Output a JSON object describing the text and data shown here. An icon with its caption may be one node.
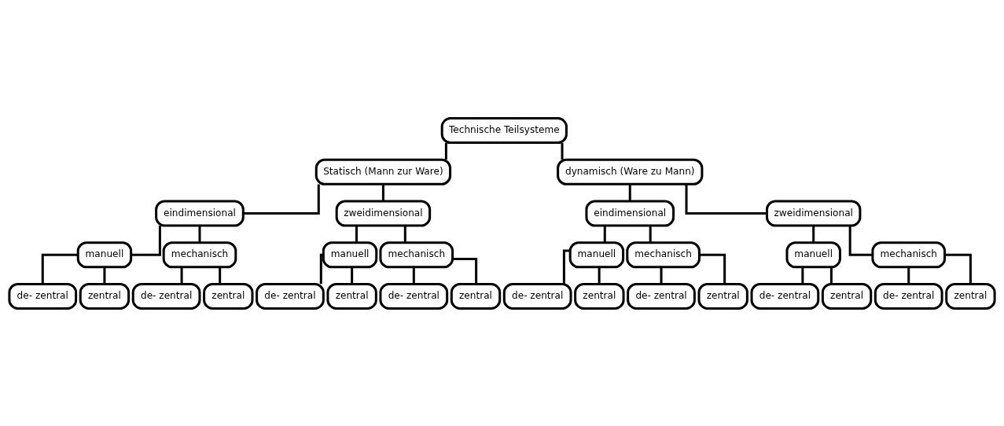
{
  "diagram": {
    "nodes": [
      {
        "text": [
          "Technische Teilsysteme"
        ]
      },
      {
        "text": [
          "Statisch (Mann zur Ware)"
        ]
      },
      {
        "text": [
          "dynamisch (Ware zu Mann)"
        ]
      },
      {
        "text": [
          "eindimensional"
        ]
      },
      {
        "text": [
          "zweidimensional"
        ]
      },
      {
        "text": [
          "eindimensional"
        ]
      },
      {
        "text": [
          "zweidimensional"
        ]
      },
      {
        "text": [
          "manuell"
        ]
      },
      {
        "text": [
          "mechanisch"
        ]
      },
      {
        "text": [
          "manuell"
        ]
      },
      {
        "text": [
          "mechanisch"
        ]
      },
      {
        "text": [
          "manuell"
        ]
      },
      {
        "text": [
          "mechanisch"
        ]
      },
      {
        "text": [
          "manuell"
        ]
      },
      {
        "text": [
          "mechanisch"
        ]
      },
      {
        "text": [
          "de- zentral"
        ]
      },
      {
        "text": [
          "zentral"
        ]
      },
      {
        "text": [
          "de- zentral"
        ]
      },
      {
        "text": [
          "zentral"
        ]
      },
      {
        "text": [
          "de- zentral"
        ]
      },
      {
        "text": [
          "zentral"
        ]
      },
      {
        "text": [
          "de- zentral"
        ]
      },
      {
        "text": [
          "zentral"
        ]
      },
      {
        "text": [
          "de- zentral"
        ]
      },
      {
        "text": [
          "zentral"
        ]
      },
      {
        "text": [
          "de- zentral"
        ]
      },
      {
        "text": [
          "zentral"
        ]
      },
      {
        "text": [
          "de- zentral"
        ]
      },
      {
        "text": [
          "zentral"
        ]
      },
      {
        "text": [
          "de- zentral"
        ]
      },
      {
        "text": [
          "zentral"
        ]
      }
    ],
    "edges": [
      {
        "from": 0,
        "to": 1,
        "arrow": "none"
      },
      {
        "from": 0,
        "to": 2,
        "arrow": "none"
      },
      {
        "from": 1,
        "to": 3,
        "arrow": "none"
      },
      {
        "from": 1,
        "to": 4,
        "arrow": "none"
      },
      {
        "from": 2,
        "to": 5,
        "arrow": "none"
      },
      {
        "from": 2,
        "to": 6,
        "arrow": "none"
      },
      {
        "from": 3,
        "to": 7,
        "arrow": "none"
      },
      {
        "from": 3,
        "to": 8,
        "arrow": "none"
      },
      {
        "from": 4,
        "to": 9,
        "arrow": "none"
      },
      {
        "from": 4,
        "to": 10,
        "arrow": "none"
      },
      {
        "from": 5,
        "to": 11,
        "arrow": "none"
      },
      {
        "from": 5,
        "to": 12,
        "arrow": "none"
      },
      {
        "from": 6,
        "to": 13,
        "arrow": "none"
      },
      {
        "from": 6,
        "to": 14,
        "arrow": "none"
      },
      {
        "from": 7,
        "to": 15,
        "arrow": "none"
      },
      {
        "from": 7,
        "to": 16,
        "arrow": "none"
      },
      {
        "from": 8,
        "to": 17,
        "arrow": "none"
      },
      {
        "from": 8,
        "to": 18,
        "arrow": "none"
      },
      {
        "from": 9,
        "to": 19,
        "arrow": "none"
      },
      {
        "from": 9,
        "to": 20,
        "arrow": "none"
      },
      {
        "from": 10,
        "to": 21,
        "arrow": "none"
      },
      {
        "from": 10,
        "to": 22,
        "arrow": "none"
      },
      {
        "from": 11,
        "to": 23,
        "arrow": "none"
      },
      {
        "from": 11,
        "to": 24,
        "arrow": "none"
      },
      {
        "from": 12,
        "to": 25,
        "arrow": "none"
      },
      {
        "from": 12,
        "to": 26,
        "arrow": "none"
      },
      {
        "from": 13,
        "to": 27,
        "arrow": "none"
      },
      {
        "from": 13,
        "to": 28,
        "arrow": "none"
      },
      {
        "from": 14,
        "to": 29,
        "arrow": "none"
      },
      {
        "from": 14,
        "to": 30,
        "arrow": "none"
      }
    ]
  }
}
